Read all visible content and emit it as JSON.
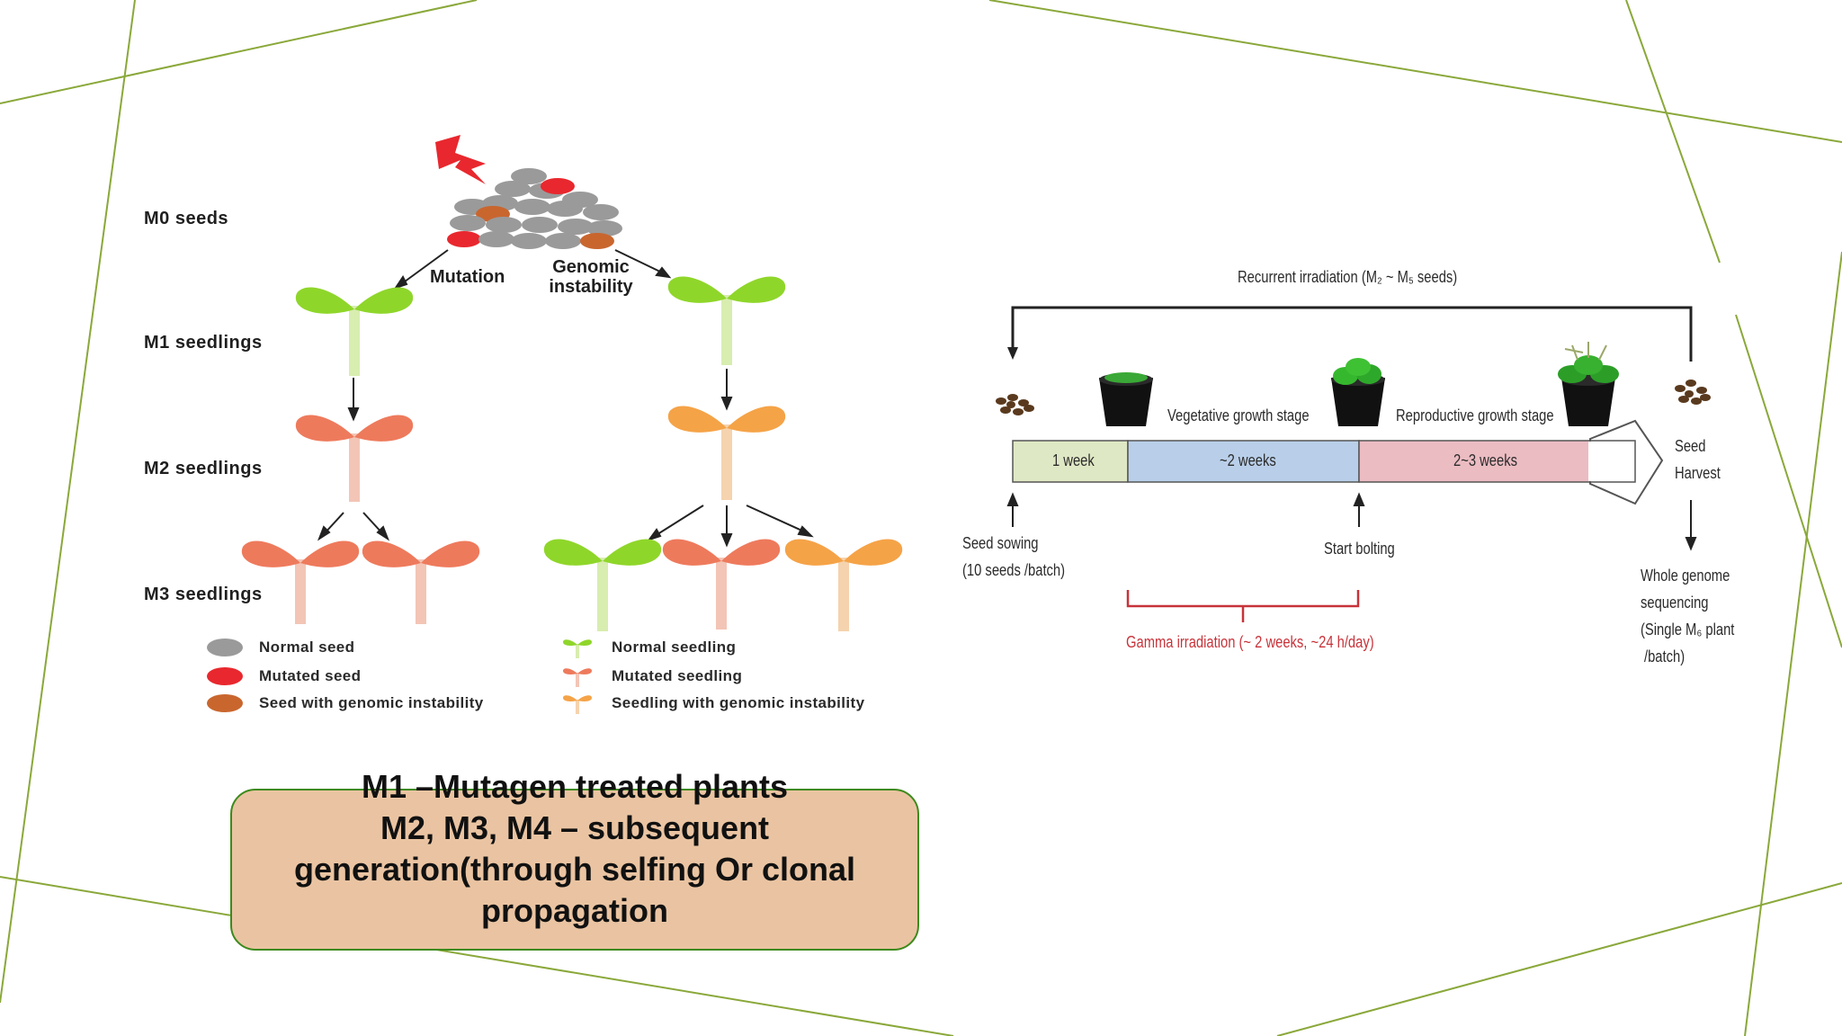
{
  "left_diagram": {
    "row_labels": [
      "M0 seeds",
      "M1 seedlings",
      "M2 seedlings",
      "M3 seedlings"
    ],
    "branch_labels": {
      "mutation": "Mutation",
      "genomic_line1": "Genomic",
      "genomic_line2": "instability"
    },
    "legend": [
      {
        "label": "Normal seed",
        "color": "#9a9a9a"
      },
      {
        "label": "Mutated seed",
        "color": "#e8282e"
      },
      {
        "label": "Seed with genomic instability",
        "color": "#c9662e"
      },
      {
        "label": "Normal seedling",
        "color": "#8fd62a"
      },
      {
        "label": "Mutated seedling",
        "color": "#ee7a5c"
      },
      {
        "label": "Seedling with genomic instability",
        "color": "#f5a347"
      }
    ]
  },
  "note": {
    "lines": [
      "M1 –Mutagen treated plants",
      "M2, M3, M4 – subsequent",
      "generation(through selfing Or clonal",
      "propagation"
    ]
  },
  "timeline": {
    "recurrent": "Recurrent irradiation (M₂ ~ M₅ seeds)",
    "stages": [
      {
        "label": "1 week",
        "color": "#dfe8c4"
      },
      {
        "label": "~2 weeks",
        "color": "#b9cfe9"
      },
      {
        "label": "2~3 weeks",
        "color": "#ebbcc2"
      }
    ],
    "vegetative": "Vegetative growth stage",
    "reproductive": "Reproductive  growth stage",
    "seed_harvest_1": "Seed",
    "seed_harvest_2": "Harvest",
    "seed_sowing_1": "Seed sowing",
    "seed_sowing_2": "(10 seeds /batch)",
    "start_bolting": "Start bolting",
    "gamma": "Gamma irradiation (~ 2 weeks, ~24 h/day)",
    "wgs": [
      "Whole genome",
      "sequencing",
      "(Single M₆ plant",
      "/batch)"
    ]
  },
  "colors": {
    "frame_line": "#8aa83a",
    "note_fill": "#eac4a2",
    "note_border": "#3d8a1c",
    "gamma_red": "#c8333a"
  }
}
